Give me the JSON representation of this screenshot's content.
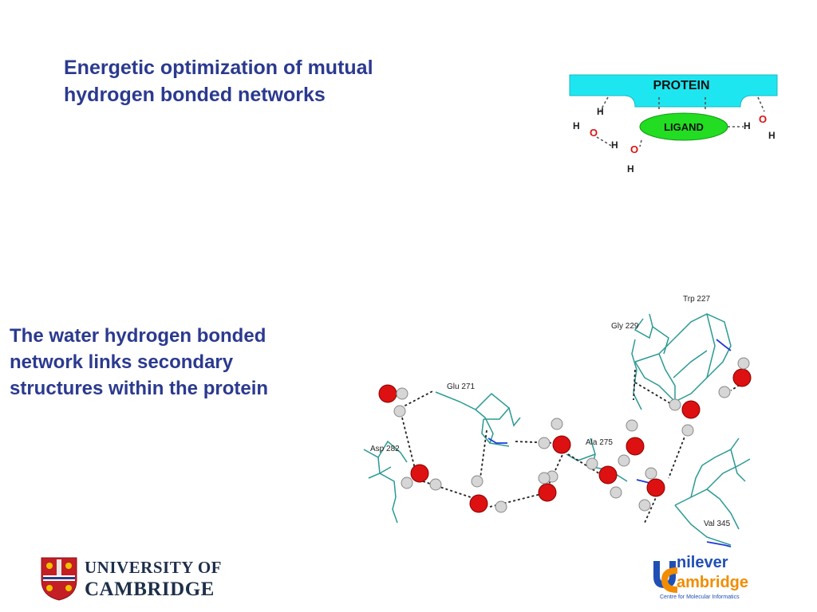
{
  "slide": {
    "title": "Energetic optimization of mutual hydrogen bonded networks",
    "caption": "The water hydrogen bonded network links secondary structures within the protein"
  },
  "diagram": {
    "protein_label": "PROTEIN",
    "ligand_label": "LIGAND",
    "atoms": {
      "oxygen": "O",
      "hydrogen": "H"
    }
  },
  "structure": {
    "residues": [
      "Trp 227",
      "Gly 229",
      "Glu 271",
      "Asp 282",
      "Ala 275",
      "Val 345"
    ]
  },
  "logos": {
    "cambridge_line1": "UNIVERSITY OF",
    "cambridge_line2": "CAMBRIDGE",
    "unilever_part": "nilever",
    "cambridge_part": "ambridge",
    "unilever_subtitle": "Centre for Molecular Informatics"
  },
  "colors": {
    "heading": "#2b3a8f",
    "protein": "#1ee6f0",
    "ligand": "#22dd22",
    "oxygen": "#dd1111",
    "bond": "#2a9a93",
    "nitrogen": "#1f3bd6"
  }
}
